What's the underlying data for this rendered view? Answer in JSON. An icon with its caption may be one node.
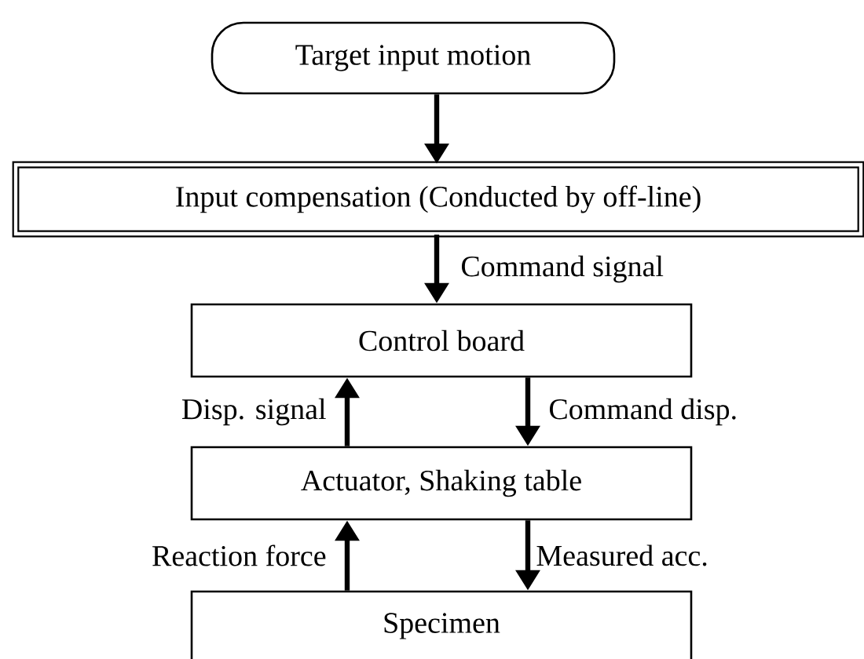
{
  "diagram": {
    "nodes": [
      {
        "text": [
          "Target input motion"
        ]
      },
      {
        "text": [
          "Input compensation (Conducted by off-line)"
        ]
      },
      {
        "text": [
          "Control board"
        ]
      },
      {
        "text": [
          "Actuator, Shaking table"
        ]
      },
      {
        "text": [
          "Specimen"
        ]
      }
    ],
    "edges": [
      {
        "from": 0,
        "to": 1,
        "arrow": "to"
      },
      {
        "from": 1,
        "to": 2,
        "arrow": "to",
        "label": "Command signal"
      },
      {
        "from": 3,
        "to": 2,
        "arrow": "to",
        "label": "Disp. signal"
      },
      {
        "from": 2,
        "to": 3,
        "arrow": "to",
        "label": "Command disp."
      },
      {
        "from": 4,
        "to": 3,
        "arrow": "to",
        "label": "Reaction force"
      },
      {
        "from": 3,
        "to": 4,
        "arrow": "to",
        "label": "Measured acc."
      }
    ]
  }
}
